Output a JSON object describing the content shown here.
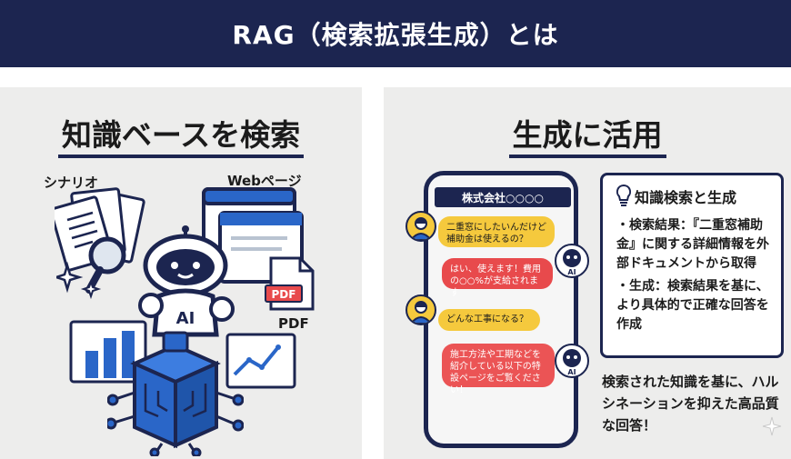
{
  "header": {
    "title": "RAG（検索拡張生成）とは"
  },
  "left_panel": {
    "title": "知識ベースを検索",
    "labels": {
      "scenario": "シナリオ",
      "web_page": "Webページ",
      "pdf": "PDF"
    },
    "pdf_tag": "PDF",
    "robot_chest": "AI"
  },
  "right_panel": {
    "title": "生成に活用",
    "phone": {
      "company": "株式会社○○○○",
      "messages": [
        {
          "from": "user",
          "text": "二重窓にしたいんだけど補助金は使えるの？"
        },
        {
          "from": "ai",
          "text": "はい、使えます！費用の○○%が支給されます"
        },
        {
          "from": "user",
          "text": "どんな工事になる？"
        },
        {
          "from": "ai",
          "text": "施工方法や工期などを紹介している以下の特設ページをご覧ください！"
        }
      ],
      "ai_badge": "AI"
    },
    "info": {
      "title": "知識検索と生成",
      "items": [
        "・検索結果：『二重窓補助金』に関する詳細情報を外部ドキュメントから取得",
        "・生成：検索結果を基に、より具体的で正確な回答を作成"
      ]
    },
    "summary": "検索された知識を基に、ハルシネーションを抑えた高品質な回答！"
  },
  "colors": {
    "navy": "#1c2550",
    "yellow": "#f5c93d",
    "red": "#e84a4c",
    "blue": "#2a66c8",
    "panel_bg": "#ededec"
  }
}
